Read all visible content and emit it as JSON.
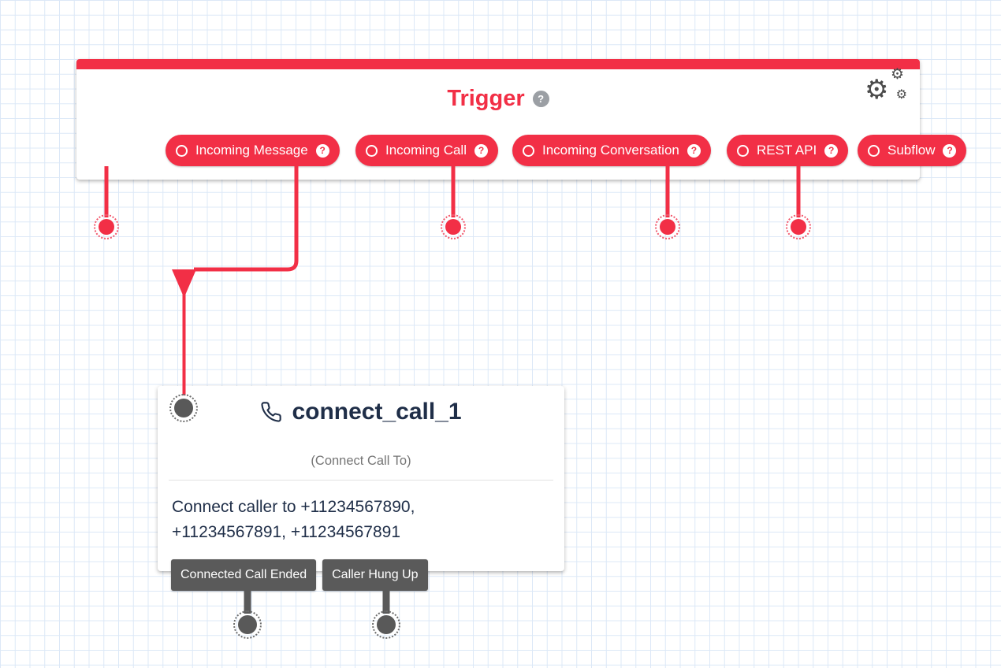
{
  "icons": {
    "help": "?",
    "gear": "⚙"
  },
  "trigger": {
    "title": "Trigger",
    "pills": [
      {
        "label": "Incoming Message"
      },
      {
        "label": "Incoming Call"
      },
      {
        "label": "Incoming Conversation"
      },
      {
        "label": "REST API"
      },
      {
        "label": "Subflow"
      }
    ]
  },
  "widget": {
    "name": "connect_call_1",
    "type": "(Connect Call To)",
    "description": "Connect caller to +11234567890, +11234567891, +11234567891",
    "transitions": [
      {
        "label": "Connected Call Ended"
      },
      {
        "label": "Caller Hung Up"
      }
    ]
  },
  "colors": {
    "accent_red": "#F22F46",
    "dark_navy": "#1F2E48",
    "transition_gray": "#5A5A5A",
    "port_gray": "#595959",
    "help_gray": "#9B9FA4",
    "grid_line": "#DCE8F7"
  }
}
